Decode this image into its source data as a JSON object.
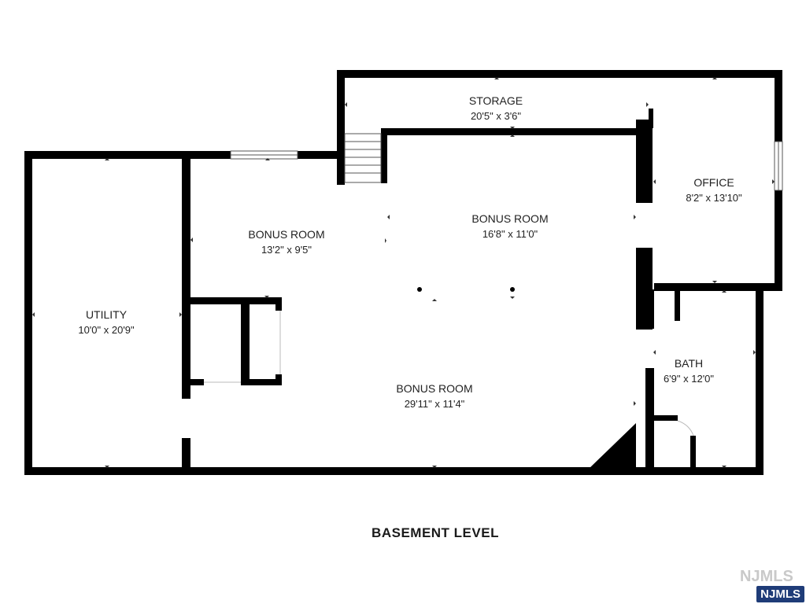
{
  "plan": {
    "title": "BASEMENT LEVEL",
    "rooms": {
      "storage": {
        "name": "STORAGE",
        "dims": "20'5\" x 3'6\""
      },
      "office": {
        "name": "OFFICE",
        "dims": "8'2\" x 13'10\""
      },
      "bonus_upper": {
        "name": "BONUS ROOM",
        "dims": "16'8\" x 11'0\""
      },
      "bonus_left": {
        "name": "BONUS ROOM",
        "dims": "13'2\" x 9'5\""
      },
      "utility": {
        "name": "UTILITY",
        "dims": "10'0\" x 20'9\""
      },
      "bonus_lower": {
        "name": "BONUS ROOM",
        "dims": "29'11\" x 11'4\""
      },
      "bath": {
        "name": "BATH",
        "dims": "6'9\" x 12'0\""
      }
    }
  },
  "watermark": {
    "ghost_text": "NJMLS",
    "badge_text": "NJMLS"
  },
  "colors": {
    "wall": "#000000",
    "background": "#ffffff",
    "badge": "#1f3c78"
  }
}
